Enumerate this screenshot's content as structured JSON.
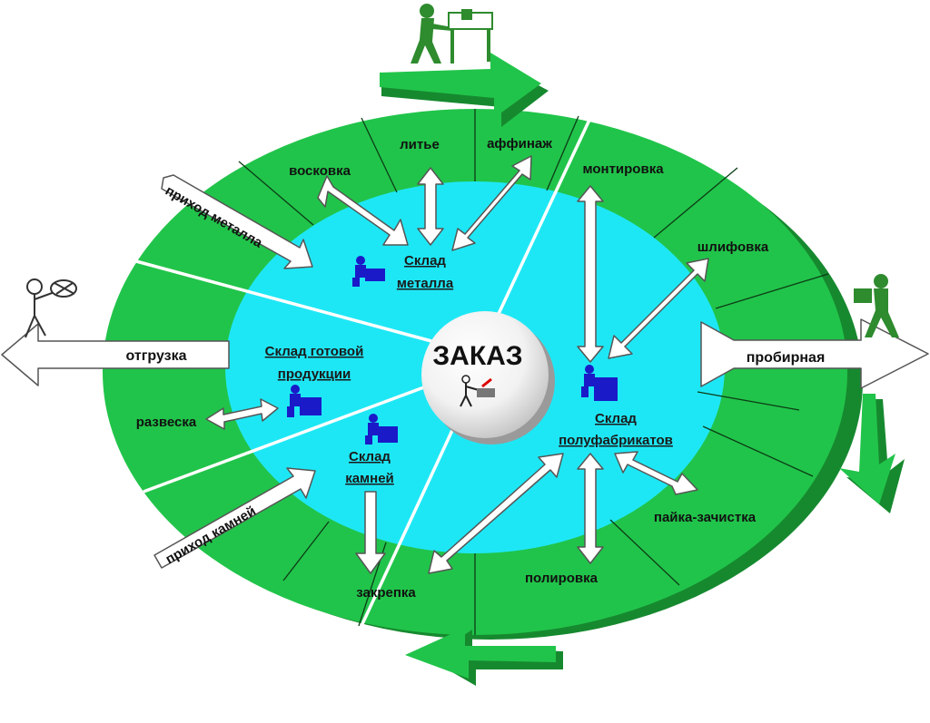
{
  "center": {
    "title": "ЗАКАЗ"
  },
  "stages": {
    "voskovka": "восковка",
    "litye": "литье",
    "affinazh": "аффинаж",
    "montirovka": "монтировка",
    "shlifovka": "шлифовка",
    "payka": "пайка-зачистка",
    "polirovka": "полировка",
    "zakrepka": "закрепка",
    "razveska": "развеска"
  },
  "flows": {
    "metal_in": "приход металла",
    "stones_in": "приход камней",
    "shipping": "отгрузка",
    "assay": "пробирная"
  },
  "warehouses": {
    "metal": [
      "Склад",
      "металла"
    ],
    "finished": [
      "Склад готовой",
      "продукции"
    ],
    "stones": [
      "Склад",
      "камней"
    ],
    "semi": [
      "Склад",
      "полуфабрикатов"
    ]
  },
  "colors": {
    "ring": "#21c44a",
    "ring_shadow": "#16892f",
    "inner": "#1ee7f5",
    "arrow_fill": "#ffffff",
    "arrow_stroke": "#555555",
    "figure": "#2e8b2e",
    "worker": "#1a1ac8"
  }
}
